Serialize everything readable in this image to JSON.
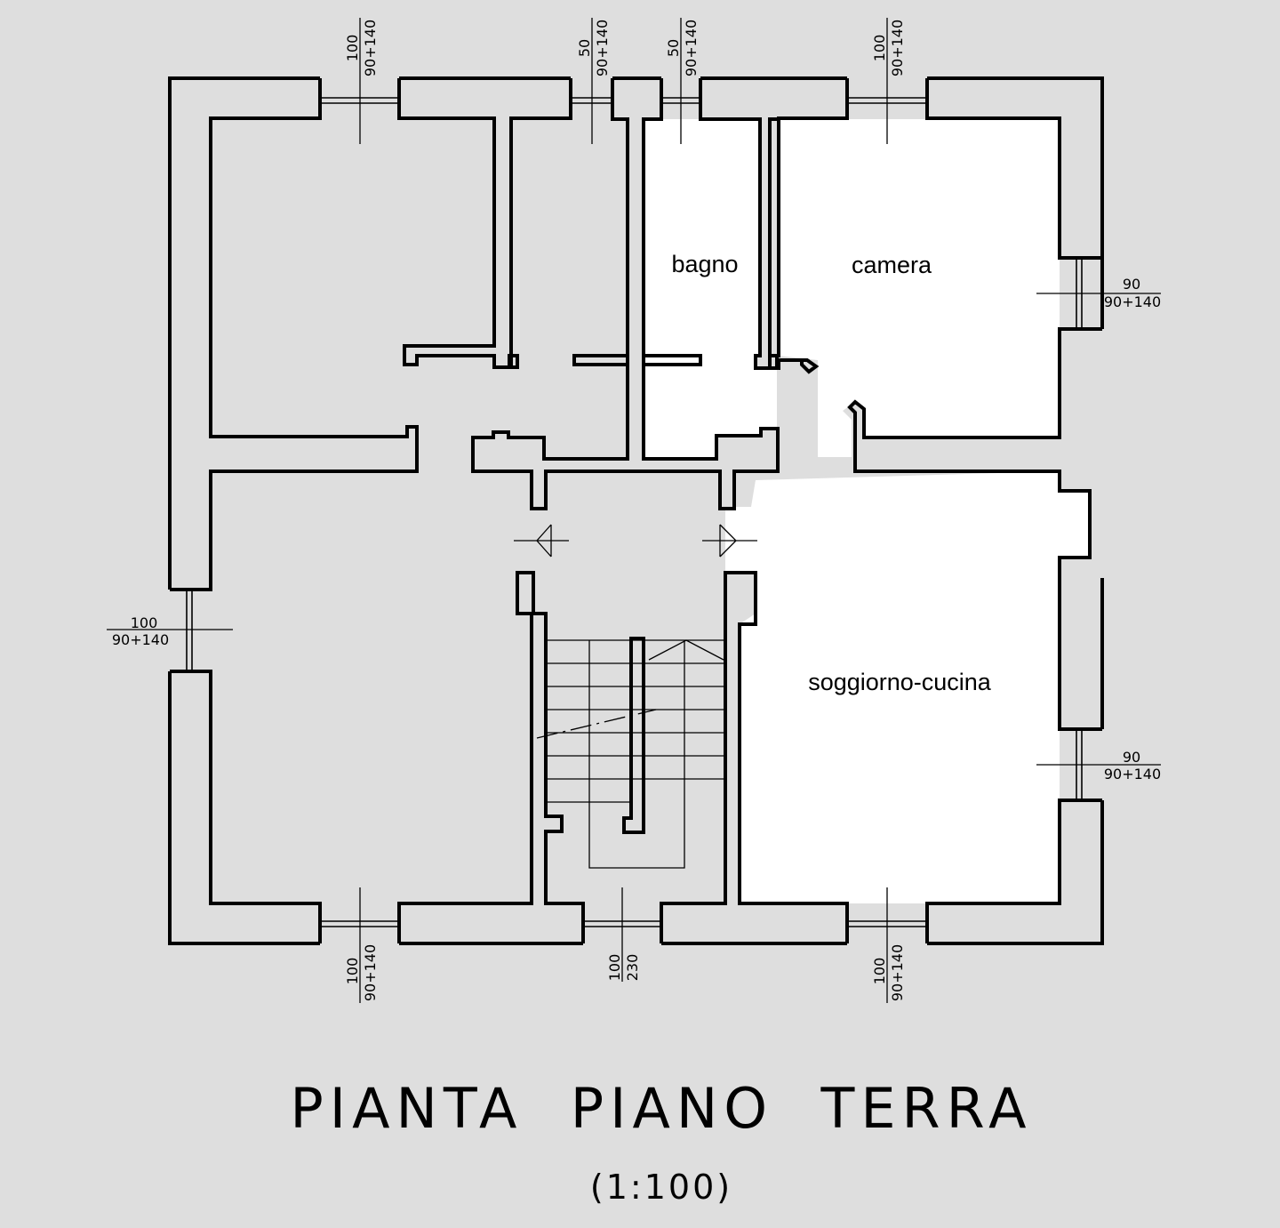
{
  "plan": {
    "title": "PIANTA  PIANO  TERRA",
    "scale": "(1:100)",
    "rooms": {
      "bagno": "bagno",
      "camera": "camera",
      "soggiorno": "soggiorno-cucina"
    },
    "windows": {
      "top_1": {
        "width": "100",
        "size": "90+140"
      },
      "top_2": {
        "width": "50",
        "size": "90+140"
      },
      "top_3": {
        "width": "50",
        "size": "90+140"
      },
      "top_4": {
        "width": "100",
        "size": "90+140"
      },
      "right_1": {
        "width": "90",
        "size": "90+140"
      },
      "right_2": {
        "width": "90",
        "size": "90+140"
      },
      "left_1": {
        "width": "100",
        "size": "90+140"
      },
      "bottom_1": {
        "width": "100",
        "size": "90+140"
      },
      "bottom_2": {
        "width": "100",
        "size": "230"
      },
      "bottom_3": {
        "width": "100",
        "size": "90+140"
      }
    },
    "colors": {
      "background": "#dedede",
      "highlighted_rooms": "#ffffff",
      "lines": "#000000"
    }
  }
}
